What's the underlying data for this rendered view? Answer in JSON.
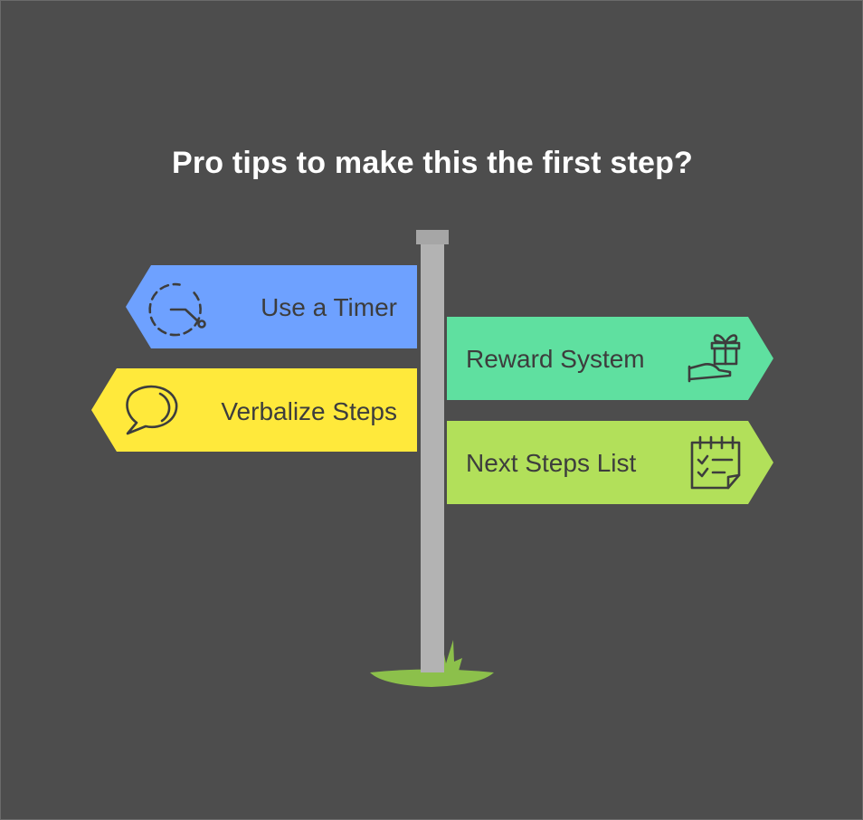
{
  "title": "Pro tips to make this the first step?",
  "colors": {
    "background": "#4d4d4d",
    "pole": "#b3b3b3",
    "pole_cap": "#a6a6a6",
    "grass": "#8cc04b",
    "label_text": "#3d3d3d",
    "title_text": "#ffffff"
  },
  "signs": [
    {
      "label": "Use a Timer",
      "direction": "left",
      "color": "#6ea1ff",
      "icon": "timer-icon"
    },
    {
      "label": "Reward System",
      "direction": "right",
      "color": "#5fe0a0",
      "icon": "gift-hand-icon"
    },
    {
      "label": "Verbalize Steps",
      "direction": "left",
      "color": "#ffe93b",
      "icon": "speech-bubble-icon"
    },
    {
      "label": "Next Steps List",
      "direction": "right",
      "color": "#b2e05a",
      "icon": "checklist-calendar-icon"
    }
  ]
}
